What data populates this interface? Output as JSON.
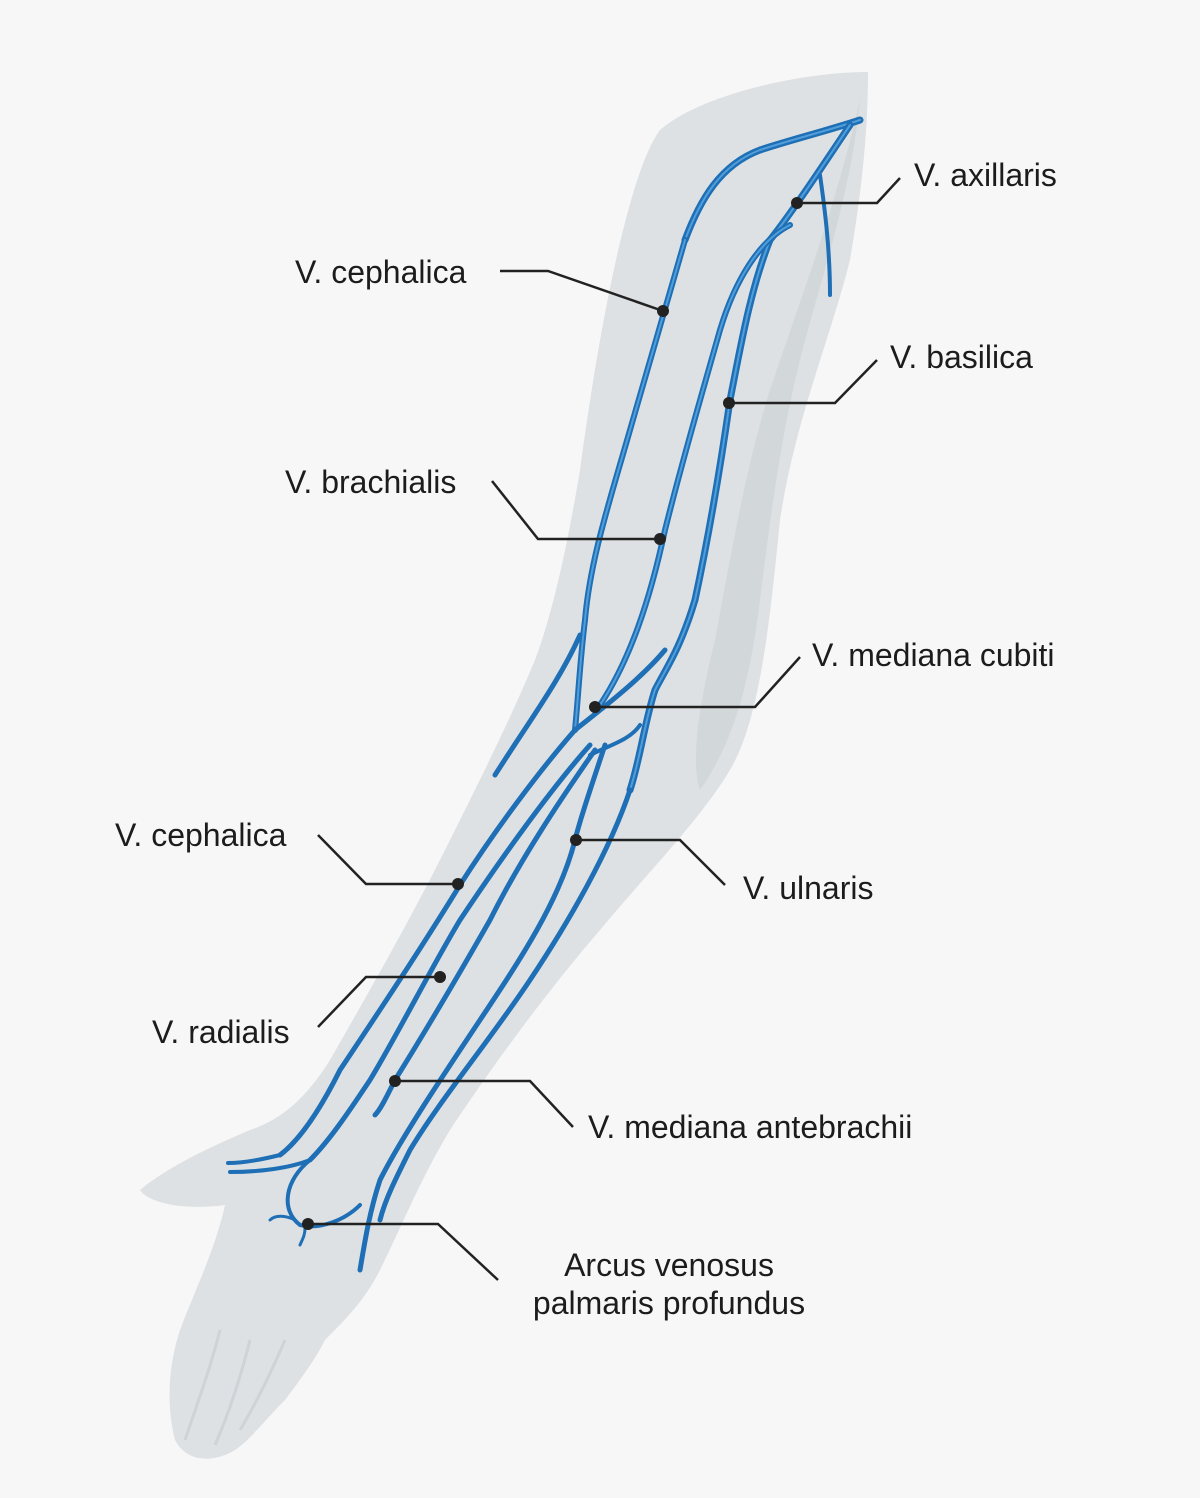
{
  "labels": {
    "axillaris": "V. axillaris",
    "cephalica_upper": "V. cephalica",
    "basilica": "V. basilica",
    "brachialis": "V. brachialis",
    "mediana_cubiti": "V. mediana cubiti",
    "cephalica_lower": "V. cephalica",
    "ulnaris": "V. ulnaris",
    "radialis": "V. radialis",
    "mediana_antebrachii": "V. mediana antebrachii",
    "arcus_line1": "Arcus venosus",
    "arcus_line2": "palmaris profundus"
  },
  "colors": {
    "background": "#f7f7f7",
    "arm": "#dde1e3",
    "arm_shadow": "#cdd3d6",
    "vein": "#1e6fb5",
    "vein_highlight": "#5aa7e0",
    "leader": "#222222"
  }
}
